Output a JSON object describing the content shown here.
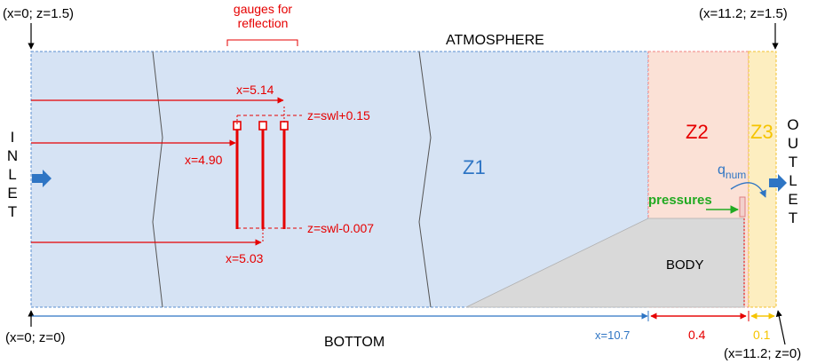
{
  "labels": {
    "top_left_corner": "(x=0; z=1.5)",
    "top_right_corner": "(x=11.2; z=1.5)",
    "bottom_left_corner": "(x=0; z=0)",
    "bottom_right_corner": "(x=11.2; z=0)",
    "atmosphere": "ATMOSPHERE",
    "bottom": "BOTTOM",
    "inlet_letters": [
      "I",
      "N",
      "L",
      "E",
      "T"
    ],
    "outlet_letters": [
      "O",
      "U",
      "T",
      "L",
      "E",
      "T"
    ],
    "gauges_line1": "gauges for",
    "gauges_line2": "reflection",
    "x_514": "x=5.14",
    "x_490": "x=4.90",
    "x_503": "x=5.03",
    "z_top": "z=swl+0.15",
    "z_bottom": "z=swl-0.007",
    "zone1": "Z1",
    "zone2": "Z2",
    "zone3": "Z3",
    "q_main": "q",
    "q_sub": "num",
    "pressures": "pressures",
    "body": "BODY",
    "x_107": "x=10.7",
    "dim_04": "0.4",
    "dim_01": "0.1"
  },
  "colors": {
    "domain_fill": "#d6e3f4",
    "domain_border": "#5b8fd0",
    "z2_fill": "#fbe1d6",
    "z2_border": "#f08080",
    "z3_fill": "#fdeec0",
    "z3_border": "#f2c230",
    "body_fill": "#d9d9d9",
    "gauge_red": "#e60000",
    "z1_blue": "#2e75c4",
    "z2_red": "#e60000",
    "z3_yellow": "#f5c400",
    "pressures_green": "#22aa22",
    "arrow_blue": "#2e75c4",
    "text_dark": "#000000"
  }
}
